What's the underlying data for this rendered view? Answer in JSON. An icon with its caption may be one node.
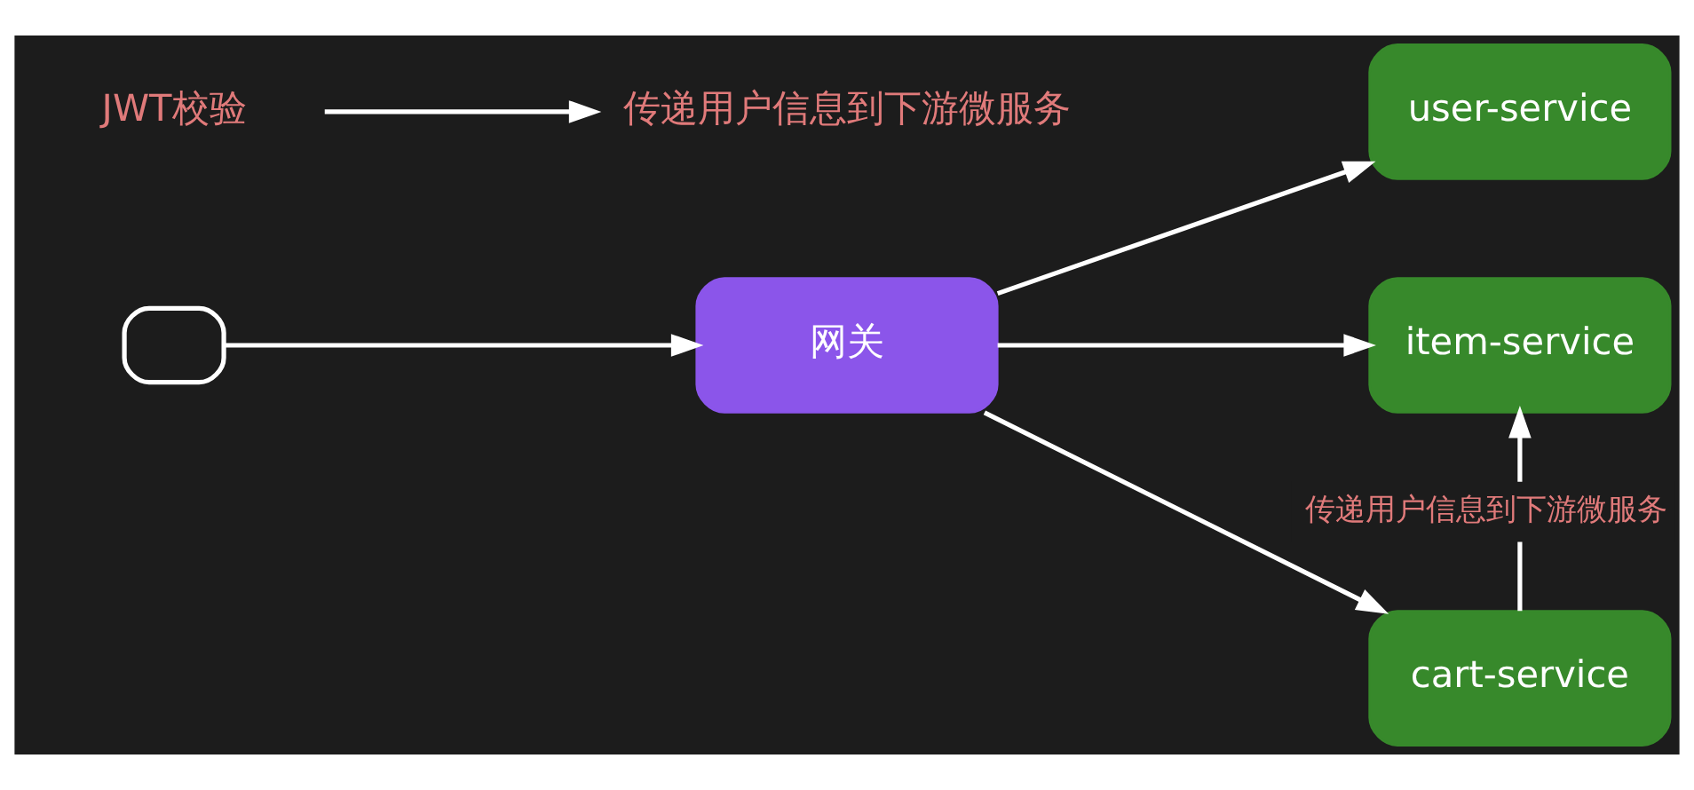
{
  "diagram": {
    "nodes": [
      {
        "text": [],
        "shape": "monitor"
      },
      {
        "text": [
          "网关"
        ]
      },
      {
        "text": [
          "user-service"
        ]
      },
      {
        "text": [
          "item-service"
        ]
      },
      {
        "text": [
          "cart-service"
        ]
      },
      {
        "text": [
          "JWT校验"
        ]
      },
      {
        "text": [
          "传递用户信息到下游微服务"
        ]
      }
    ],
    "edges": [
      {
        "from": 0,
        "to": 1,
        "arrow": "to"
      },
      {
        "from": 1,
        "to": 2,
        "arrow": "to"
      },
      {
        "from": 1,
        "to": 3,
        "arrow": "to"
      },
      {
        "from": 1,
        "to": 4,
        "arrow": "to"
      },
      {
        "from": 5,
        "to": 6,
        "arrow": "to"
      },
      {
        "from": 4,
        "to": 3,
        "arrow": "to",
        "label": "传递用户信息到下游微服务"
      }
    ]
  }
}
